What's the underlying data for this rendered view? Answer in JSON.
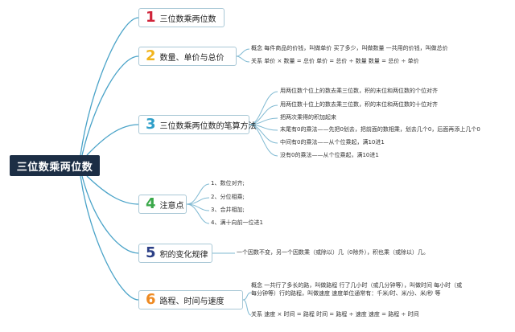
{
  "root": {
    "label": "三位数乘两位数"
  },
  "nodes": [
    {
      "number": "1",
      "title": "三位数乘两位数",
      "color": "#d0243a"
    },
    {
      "number": "2",
      "title": "数量、单价与总价",
      "color": "#f2b41c"
    },
    {
      "number": "3",
      "title": "三位数乘两位数的笔算方法",
      "color": "#2f9fc9"
    },
    {
      "number": "4",
      "title": "注意点",
      "color": "#3aa84a"
    },
    {
      "number": "5",
      "title": "积的变化规律",
      "color": "#2b3f86"
    },
    {
      "number": "6",
      "title": "路程、时间与速度",
      "color": "#ee8a22"
    }
  ],
  "details": {
    "price": [
      "概念 每件商品的价钱，叫做单价 买了多少，叫做数量 一共用的价钱，叫做总价",
      "关系 单价 × 数量 = 总价 单价 = 总价 ÷ 数量 数量 = 总价 ÷ 单价"
    ],
    "method": [
      "用两位数个位上的数去乘三位数，积的末位和两位数的个位对齐",
      "用两位数十位上的数去乘三位数，积的末位和两位数的十位对齐",
      "把两次乘得的积加起来",
      "末尾有0的乘法——先把0划去，把前面的数相乘，划去几个0，后面再添上几个0",
      "中间有0的乘法——从个位乘起，满10进1",
      "没有0的乘法——从个位乘起，满10进1"
    ],
    "notes": [
      "1、数位对齐;",
      "2、分位相乘;",
      "3、合并相加;",
      "4、满十向前一位进1"
    ],
    "rule": [
      "一个因数不变，另一个因数乘（或除以）几（0除外），积也乘（或除以）几。"
    ],
    "speed": [
      "概念 一共行了多长的路，叫做路程 行了几小时（或几分钟等），叫做时间 每小时（或每分钟等）行的路程，叫做速度 速度单位通常有：千米/时、米/分、米/秒 等",
      "关系 速度 × 时间 = 路程 时间 = 路程 ÷ 速度 速度 = 路程 ÷ 时间"
    ]
  }
}
